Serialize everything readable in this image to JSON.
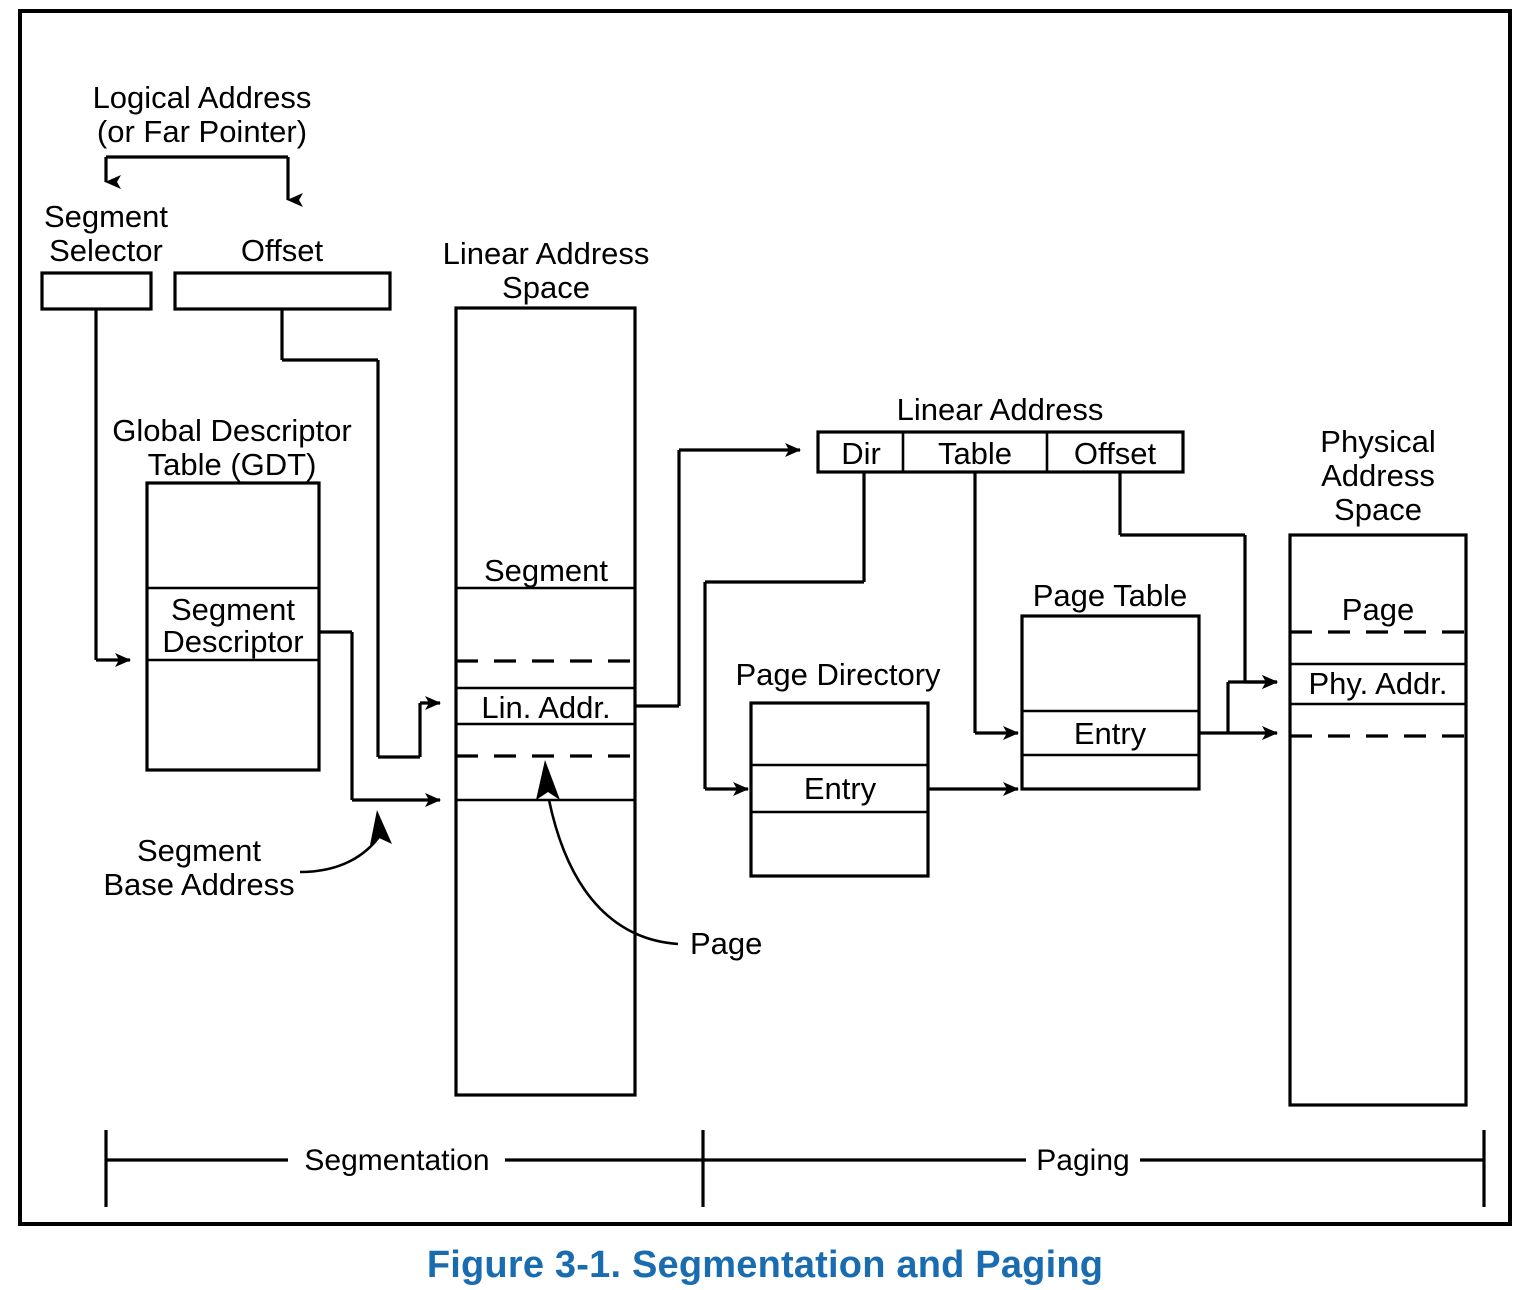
{
  "figure": {
    "caption": "Figure 3-1.  Segmentation and Paging",
    "caption_color": "#1a6cb0",
    "line_color": "#000000",
    "background": "#ffffff"
  },
  "logical_address": {
    "title_line1": "Logical Address",
    "title_line2": "(or Far Pointer)",
    "selector_label_line1": "Segment",
    "selector_label_line2": "Selector",
    "offset_label": "Offset"
  },
  "gdt": {
    "title_line1": "Global Descriptor",
    "title_line2": "Table (GDT)",
    "rows": [
      "",
      "Segment\nDescriptor",
      ""
    ],
    "descriptor_line1": "Segment",
    "descriptor_line2": "Descriptor",
    "base_address_label_line1": "Segment",
    "base_address_label_line2": "Base Address"
  },
  "linear_address_space": {
    "title_line1": "Linear Address",
    "title_line2": "Space",
    "segment_label": "Segment",
    "lin_addr_label": "Lin. Addr.",
    "page_callout": "Page"
  },
  "linear_address": {
    "title": "Linear Address",
    "fields": [
      "Dir",
      "Table",
      "Offset"
    ]
  },
  "page_directory": {
    "title": "Page Directory",
    "entry_label": "Entry"
  },
  "page_table": {
    "title": "Page Table",
    "entry_label": "Entry"
  },
  "physical_address_space": {
    "title_line1": "Physical",
    "title_line2": "Address",
    "title_line3": "Space",
    "page_label": "Page",
    "phy_addr_label": "Phy. Addr."
  },
  "brackets": {
    "segmentation": "Segmentation",
    "paging": "Paging"
  }
}
